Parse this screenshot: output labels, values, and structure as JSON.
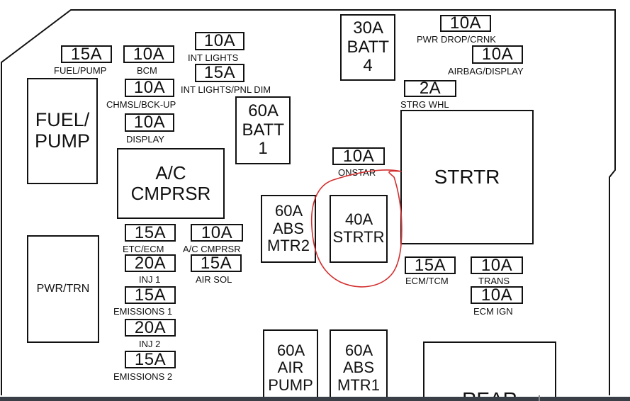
{
  "fuses": {
    "fuel_pump": {
      "rating": "15A",
      "label": "FUEL/PUMP"
    },
    "bcm": {
      "rating": "10A",
      "label": "BCM"
    },
    "chmsl": {
      "rating": "10A",
      "label": "CHMSL/BCK-UP"
    },
    "display": {
      "rating": "10A",
      "label": "DISPLAY"
    },
    "int_lights": {
      "rating": "10A",
      "label": "INT LIGHTS"
    },
    "int_lights_pnl": {
      "rating": "15A",
      "label": "INT LIGHTS/PNL DIM"
    },
    "pwr_drop": {
      "rating": "10A",
      "label": "PWR DROP/CRNK"
    },
    "airbag": {
      "rating": "10A",
      "label": "AIRBAG/DISPLAY"
    },
    "strg_whl": {
      "rating": "2A",
      "label": "STRG WHL"
    },
    "onstar": {
      "rating": "10A",
      "label": "ONSTAR"
    },
    "etc_ecm": {
      "rating": "15A",
      "label": "ETC/ECM"
    },
    "ac_cmprsr": {
      "rating": "10A",
      "label": "A/C CMPRSR"
    },
    "inj1": {
      "rating": "20A",
      "label": "INJ 1"
    },
    "air_sol": {
      "rating": "15A",
      "label": "AIR SOL"
    },
    "emissions1": {
      "rating": "15A",
      "label": "EMISSIONS 1"
    },
    "inj2": {
      "rating": "20A",
      "label": "INJ 2"
    },
    "emissions2": {
      "rating": "15A",
      "label": "EMISSIONS 2"
    },
    "ecm_tcm": {
      "rating": "15A",
      "label": "ECM/TCM"
    },
    "trans": {
      "rating": "10A",
      "label": "TRANS"
    },
    "ecm_ign": {
      "rating": "10A",
      "label": "ECM IGN"
    }
  },
  "relays": {
    "batt4": {
      "line1": "30A",
      "line2": "BATT",
      "line3": "4"
    },
    "batt1": {
      "line1": "60A",
      "line2": "BATT",
      "line3": "1"
    },
    "abs_mtr2": {
      "line1": "60A",
      "line2": "ABS",
      "line3": "MTR2"
    },
    "strtr_40": {
      "line1": "40A",
      "line2": "STRTR"
    },
    "air_pump": {
      "line1": "60A",
      "line2": "AIR",
      "line3": "PUMP"
    },
    "abs_mtr1": {
      "line1": "60A",
      "line2": "ABS",
      "line3": "MTR1"
    }
  },
  "blocks": {
    "fuel_pump": {
      "line1": "FUEL/",
      "line2": "PUMP"
    },
    "ac_cmprsr": {
      "line1": "A/C",
      "line2": "CMPRSR"
    },
    "strtr": "STRTR",
    "pwr_trn": "PWR/TRN",
    "rear": "REAR"
  },
  "colors": {
    "line": "#111111",
    "annotation": "#d32f2f"
  }
}
